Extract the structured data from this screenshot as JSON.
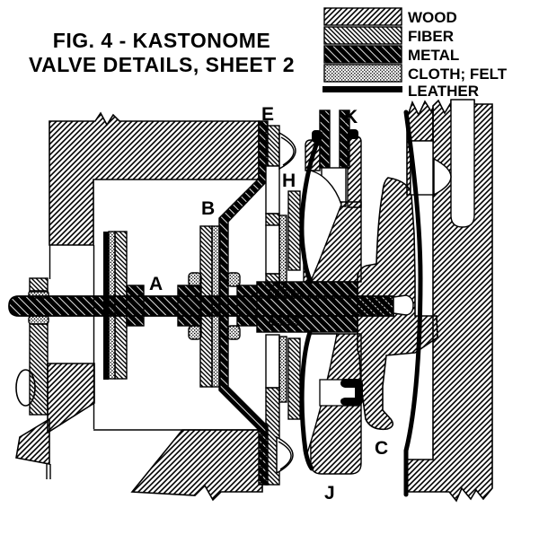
{
  "title": {
    "line1": "FIG. 4 - KASTONOME",
    "line2": "VALVE DETAILS, SHEET 2"
  },
  "legend": {
    "items": [
      {
        "label": "WOOD",
        "material": "wood",
        "pattern": "thin-diagonal-forward-hatch"
      },
      {
        "label": "FIBER",
        "material": "fiber",
        "pattern": "thin-diagonal-back-hatch"
      },
      {
        "label": "METAL",
        "material": "metal",
        "pattern": "thick-diagonal-back-hatch"
      },
      {
        "label": "CLOTH; FELT",
        "material": "cloth-felt",
        "pattern": "dot-stipple"
      },
      {
        "label": "LEATHER",
        "material": "leather",
        "pattern": "solid-thick-line"
      }
    ]
  },
  "diagram": {
    "part_labels": [
      {
        "letter": "A"
      },
      {
        "letter": "B"
      },
      {
        "letter": "C"
      },
      {
        "letter": "E"
      },
      {
        "letter": "H"
      },
      {
        "letter": "J"
      },
      {
        "letter": "K"
      }
    ]
  },
  "colors": {
    "ink": "#000000",
    "paper": "#ffffff"
  }
}
